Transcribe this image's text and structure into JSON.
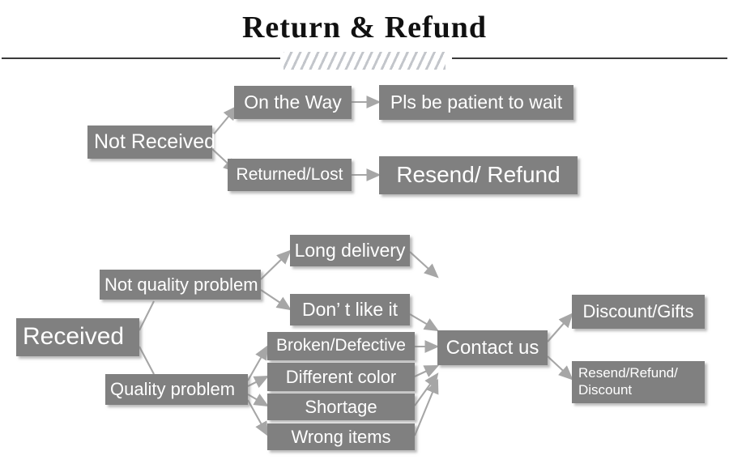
{
  "header": {
    "title": "Return & Refund",
    "divider_icon": "hatched-divider"
  },
  "flow": {
    "not_received": {
      "root": "Not Received",
      "branches": [
        {
          "label": "On the Way",
          "outcome": "Pls be patient to wait"
        },
        {
          "label": "Returned/Lost",
          "outcome": "Resend/ Refund"
        }
      ]
    },
    "received": {
      "root": "Received",
      "groups": [
        {
          "label": "Not quality problem",
          "reasons": [
            "Long delivery",
            "Don’  t like it"
          ]
        },
        {
          "label": "Quality problem",
          "reasons": [
            "Broken/Defective",
            "Different color",
            "Shortage",
            "Wrong items"
          ]
        }
      ],
      "hub": "Contact us",
      "outcomes": [
        {
          "line1": "Discount/Gifts",
          "line2": ""
        },
        {
          "line1": "Resend/Refund/",
          "line2": "Discount"
        }
      ]
    }
  },
  "colors": {
    "node_fill": "#808080",
    "node_text": "#ffffff",
    "connector": "#a6a6a6",
    "rule": "#3a3a3a",
    "background": "#ffffff"
  }
}
